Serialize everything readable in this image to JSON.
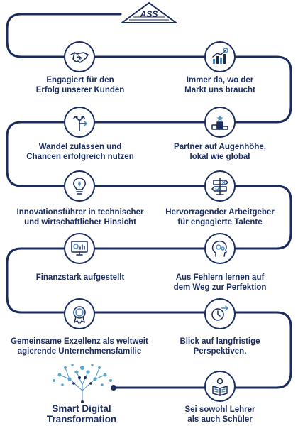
{
  "header": {
    "logo": {
      "text": "ASS",
      "icon": "mountain-logo-icon"
    }
  },
  "path_color": "#1a2b5e",
  "accent_color": "#4a90c8",
  "items": [
    {
      "icon": "handshake-icon",
      "lines": [
        "Engagiert für den",
        "Erfolg unserer Kunden"
      ]
    },
    {
      "icon": "market-chart-icon",
      "lines": [
        "Immer da, wo der",
        "Markt uns braucht"
      ]
    },
    {
      "icon": "branching-arrows-icon",
      "lines": [
        "Wandel zulassen und",
        "Chancen erfolgreich nutzen"
      ]
    },
    {
      "icon": "podium-icon",
      "lines": [
        "Partner auf Augenhöhe,",
        "lokal wie global"
      ]
    },
    {
      "icon": "rocket-bulb-icon",
      "lines": [
        "Innovationsführer in technischer",
        "und wirtschaftlicher Hinsicht"
      ]
    },
    {
      "icon": "signpost-icon",
      "lines": [
        "Hervorragender Arbeitgeber",
        "für engagierte Talente"
      ]
    },
    {
      "icon": "finance-dashboard-icon",
      "lines": [
        "Finanzstark aufgestellt"
      ]
    },
    {
      "icon": "head-gears-icon",
      "lines": [
        "Aus Fehlern lernen auf",
        "dem Weg zur Perfektion"
      ]
    },
    {
      "icon": "award-badge-icon",
      "lines": [
        "Gemeinsame Exzellenz als weltweit",
        "agierende Unternehmensfamilie"
      ]
    },
    {
      "icon": "clock-arrow-icon",
      "lines": [
        "Blick auf langfristige",
        "Perspektiven."
      ]
    },
    {
      "icon": "reading-person-icon",
      "lines": [
        "Sei sowohl Lehrer",
        "als auch Schüler"
      ]
    }
  ],
  "footer": {
    "icon": "digital-tree-icon",
    "lines": [
      "Smart Digital",
      "Transformation"
    ]
  }
}
